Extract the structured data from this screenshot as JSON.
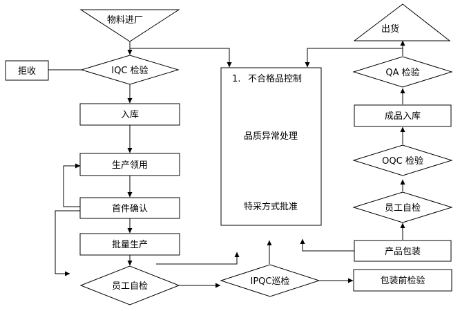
{
  "nodes": {
    "material_in": "物料进厂",
    "iqc": "IQC 检验",
    "reject": "拒收",
    "warehouse_in": "入库",
    "production_pick": "生产领用",
    "first_article": "首件确认",
    "mass_production": "批量生产",
    "self_check_left": "员工自检",
    "ipqc": "IPQC巡检",
    "pre_pack_check": "包装前检验",
    "product_pack": "产品包装",
    "self_check_right": "员工自检",
    "oqc": "OQC 检验",
    "finished_in": "成品入库",
    "qa": "QA 检验",
    "ship": "出货"
  },
  "center_box": {
    "item_number": "1.",
    "line1": "不合格品控制",
    "line2": "品质异常处理",
    "line3": "特采方式批准"
  }
}
